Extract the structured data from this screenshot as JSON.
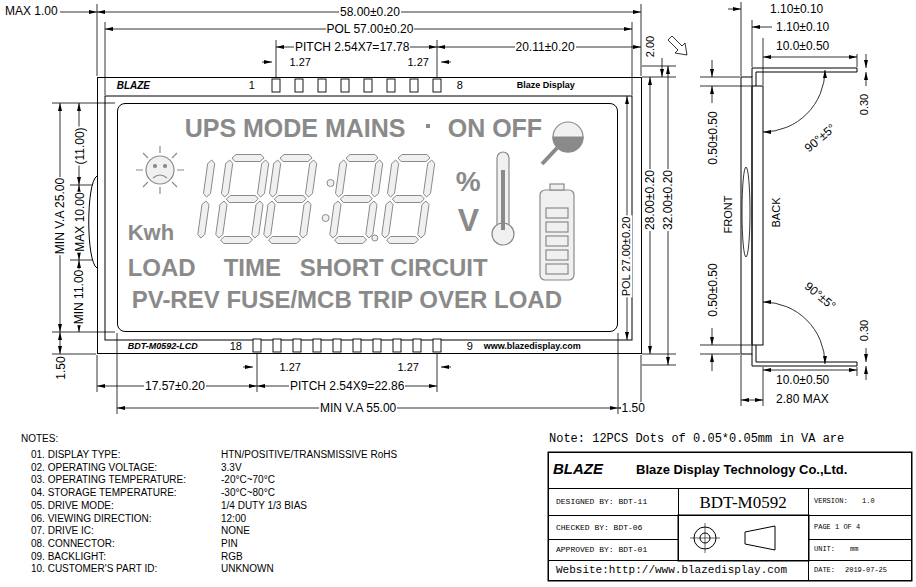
{
  "diagram": {
    "nodes": [
      {
        "text": [
          "BLAZE",
          "1",
          "8",
          "Blaze Display",
          "BDT-M0592-LCD",
          "18",
          "9",
          "www.blazedisplay.com"
        ]
      },
      {
        "text": [
          "UPS MODE MAINS",
          "ON OFF",
          "%",
          "V",
          "Kwh",
          "LOAD",
          "TIME",
          "SHORT CIRCUIT",
          "PV-REV FUSE/MCB TRIP OVER LOAD"
        ],
        "in": 0
      },
      {
        "text": [
          "BLAZE",
          "Blaze Display Technology Co.,Ltd."
        ]
      },
      {
        "text": [
          "DESIGNED BY: BDT-11"
        ]
      },
      {
        "text": [
          "BDT-M0592"
        ]
      },
      {
        "text": [
          "VERSION:",
          "1.0"
        ]
      },
      {
        "text": [
          "CHECKED BY: BDT-06"
        ]
      },
      {
        "text": [
          "PAGE 1 OF 4"
        ]
      },
      {
        "text": [
          "APPROVED BY: BDT-01"
        ]
      },
      {
        "text": [
          "UNIT:",
          "mm"
        ]
      },
      {
        "text": [
          "Website:http://www.blazedisplay.com"
        ]
      },
      {
        "text": [
          "DATE:",
          "2019-07-25"
        ]
      }
    ],
    "labels": [
      "MAX 1.00",
      "58.00±0.20",
      "POL 57.00±0.20",
      "PITCH 2.54X7=17.78",
      "1.27",
      "1.27",
      "20.11±0.20",
      "2.00",
      "(11.00)",
      "MIN V.A 25.00",
      "MAX 10.00",
      "MIN 11.00",
      "1.50",
      "POL 27.00±0.20",
      "28.00±0.20",
      "32.00±0.20",
      "1.27",
      "1.27",
      "17.57±0.20",
      "PITCH 2.54X9=22.86",
      "MIN V.A 55.00",
      "1.50",
      "1.10±0.10",
      "1.10±0.10",
      "10.0±0.50",
      "0.30",
      "0.50±0.50",
      "90°±5°",
      "FRONT",
      "BACK",
      "0.50±0.50",
      "90°±5°",
      "0.30",
      "10.0±0.50",
      "2.80 MAX",
      "NOTES:",
      "01. DISPLAY TYPE:",
      "HTN/POSITIVE/TRANSMISSIVE RoHS",
      "02. OPERATING VOLTAGE:",
      "3.3V",
      "03. OPERATING TEMPERATURE:",
      "-20°C~70°C",
      "04. STORAGE TEMPERATURE:",
      "-30°C~80°C",
      "05. DRIVE MODE:",
      "1/4 DUTY 1/3 BIAS",
      "06. VIEWING DIRECTION:",
      "12:00",
      "07. DRIVE IC:",
      "NONE",
      "08. CONNECTOR:",
      "PIN",
      "09. BACKLIGHT:",
      "RGB",
      "10. CUSTOMER'S PART ID:",
      "UNKNOWN",
      "Note: 12PCS Dots of 0.05*0.05mm in VA are"
    ]
  }
}
